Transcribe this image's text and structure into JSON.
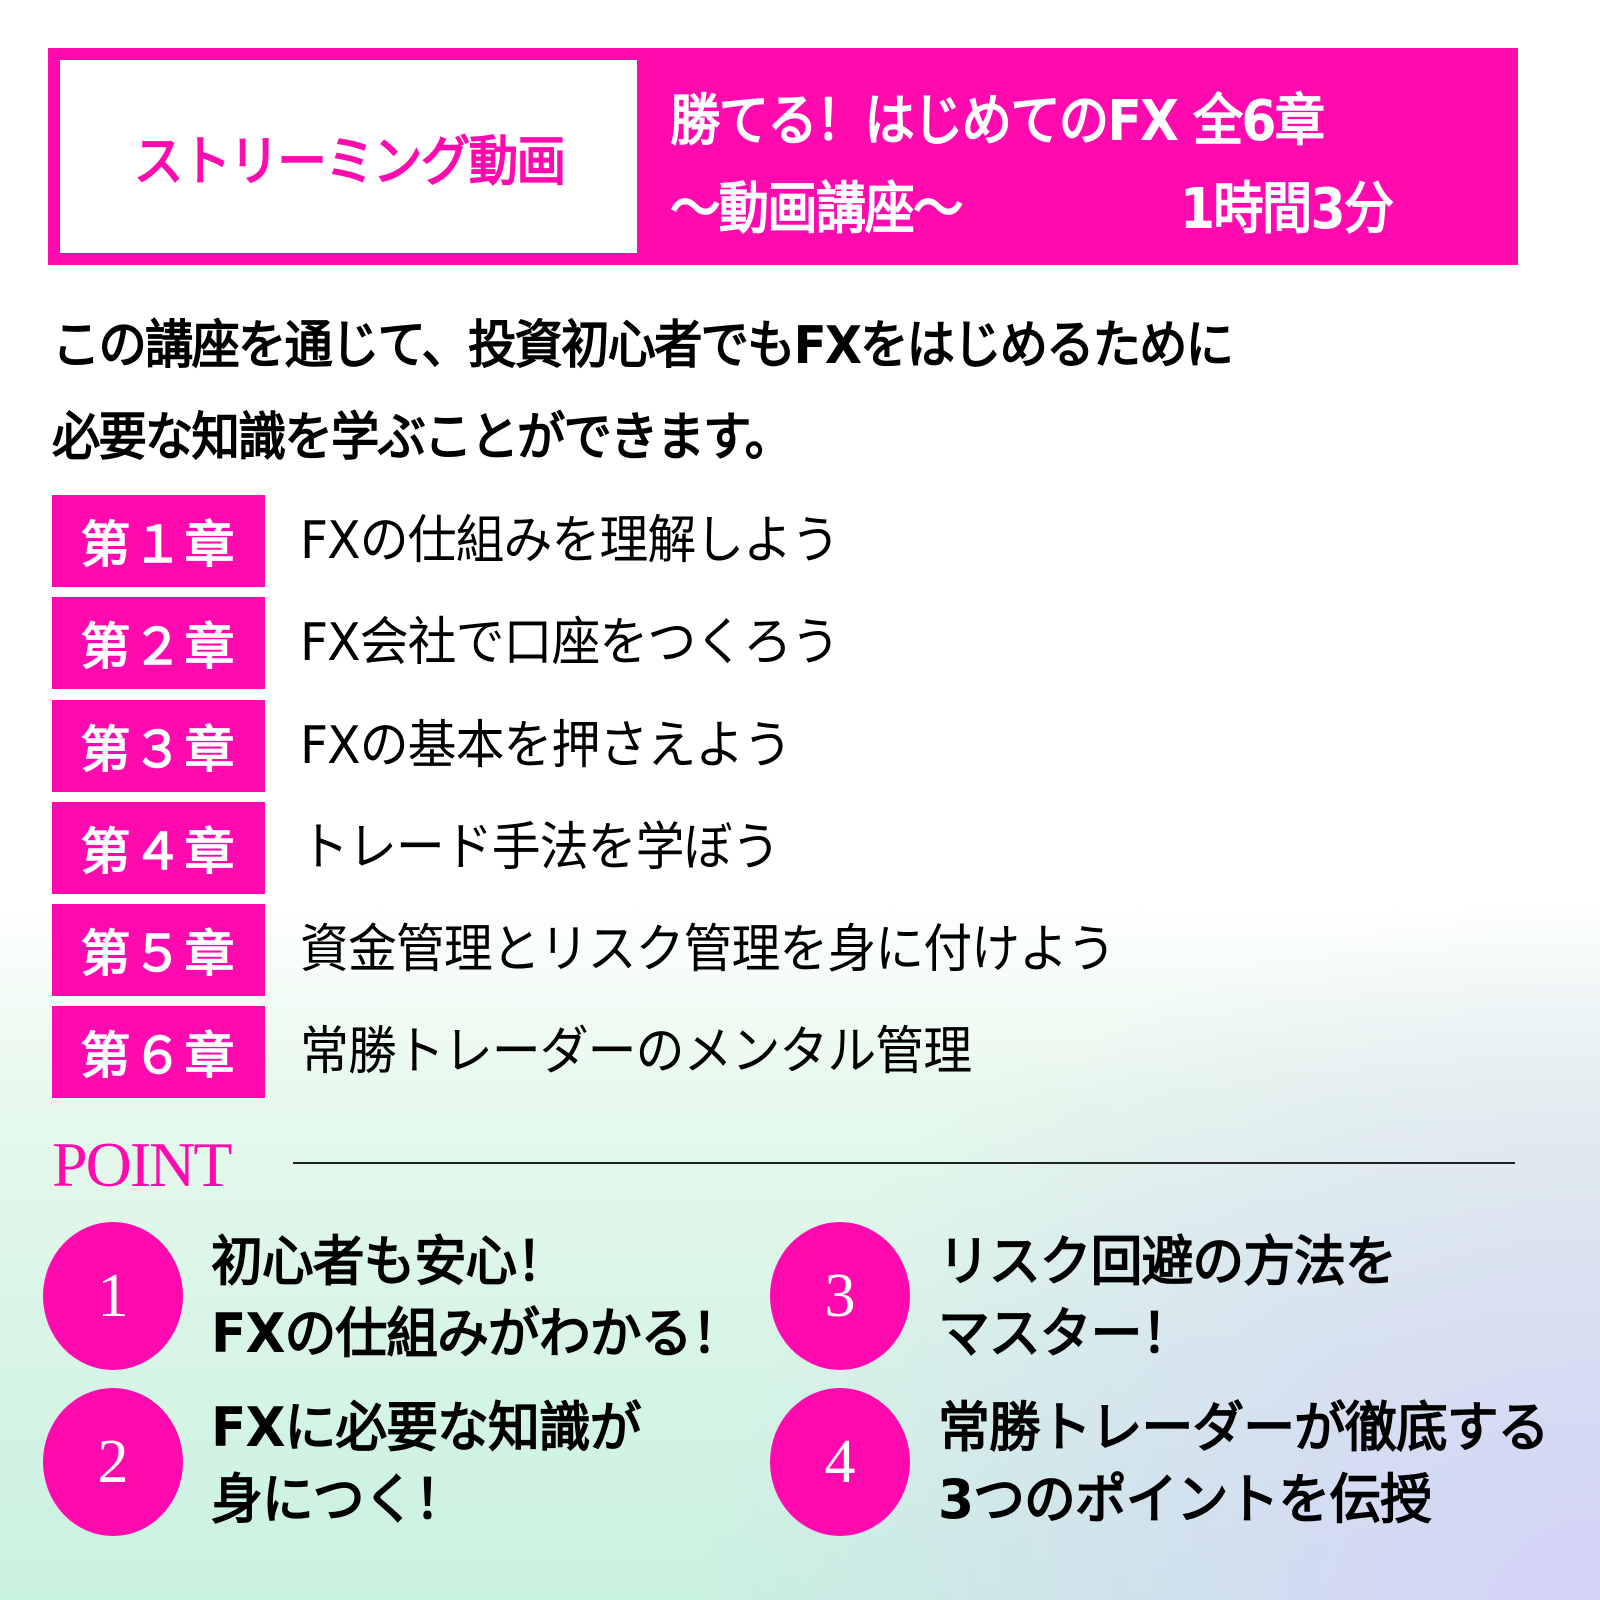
{
  "header": {
    "label": "ストリーミング動画",
    "title_line1": "勝てる！はじめてのFX 全6章",
    "title_line2": "〜動画講座〜",
    "duration": "1時間3分"
  },
  "intro": {
    "line1": "この講座を通じて、投資初心者でもFXをはじめるために",
    "line2": "必要な知識を学ぶことができます。"
  },
  "chapters": [
    {
      "badge": "第１章",
      "title": "FXの仕組みを理解しよう"
    },
    {
      "badge": "第２章",
      "title": "FX会社で口座をつくろう"
    },
    {
      "badge": "第３章",
      "title": "FXの基本を押さえよう"
    },
    {
      "badge": "第４章",
      "title": "トレード手法を学ぼう"
    },
    {
      "badge": "第５章",
      "title": "資金管理とリスク管理を身に付けよう"
    },
    {
      "badge": "第６章",
      "title": "常勝トレーダーのメンタル管理"
    }
  ],
  "points": {
    "heading": "POINT",
    "items": [
      {
        "number": "1",
        "line1": "初心者も安心！",
        "line2": "FXの仕組みがわかる！"
      },
      {
        "number": "2",
        "line1": "FXに必要な知識が",
        "line2": "身につく！"
      },
      {
        "number": "3",
        "line1": "リスク回避の方法を",
        "line2": "マスター！"
      },
      {
        "number": "4",
        "line1": "常勝トレーダーが徹底する",
        "line2": "3つのポイントを伝授"
      }
    ]
  },
  "colors": {
    "accent": "#ff0aae",
    "text": "#000000",
    "bg_bottom_left": "#c9f1e0",
    "bg_bottom_right": "#d6d0fa"
  }
}
